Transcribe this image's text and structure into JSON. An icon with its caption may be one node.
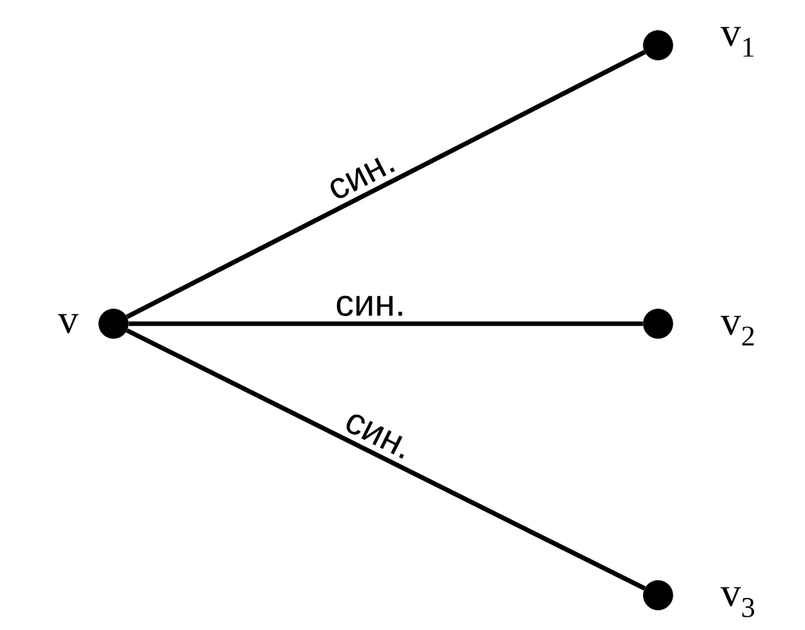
{
  "diagram": {
    "nodes": [
      {
        "text": [],
        "shape": "circle",
        "beside": [
          "v"
        ]
      },
      {
        "text": [],
        "shape": "circle",
        "beside": [
          "v$_{1}$"
        ]
      },
      {
        "text": [],
        "shape": "circle",
        "beside": [
          "v$_{2}$"
        ]
      },
      {
        "text": [],
        "shape": "circle",
        "beside": [
          "v$_{3}$"
        ]
      }
    ],
    "edges": [
      {
        "from": 0,
        "to": 1,
        "arrow": "none",
        "label": "син."
      },
      {
        "from": 0,
        "to": 2,
        "arrow": "none",
        "label": "син."
      },
      {
        "from": 0,
        "to": 3,
        "arrow": "none",
        "label": "син."
      }
    ]
  }
}
